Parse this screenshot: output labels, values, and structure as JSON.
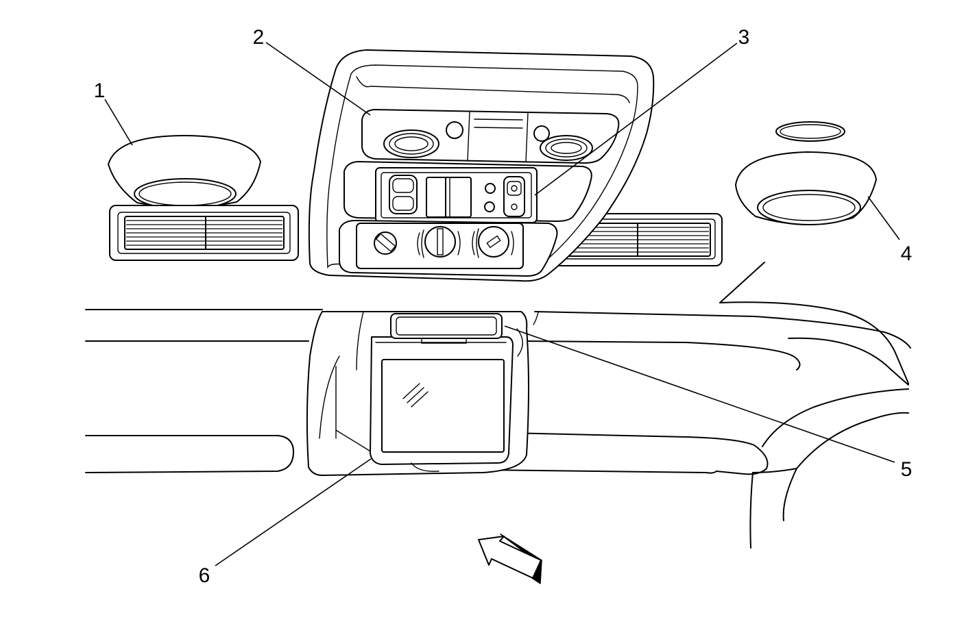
{
  "callouts": [
    {
      "id": "1",
      "label": "1"
    },
    {
      "id": "2",
      "label": "2"
    },
    {
      "id": "3",
      "label": "3"
    },
    {
      "id": "4",
      "label": "4"
    },
    {
      "id": "5",
      "label": "5"
    },
    {
      "id": "6",
      "label": "6"
    }
  ],
  "icons": {
    "view_direction": "arrow-icon"
  }
}
